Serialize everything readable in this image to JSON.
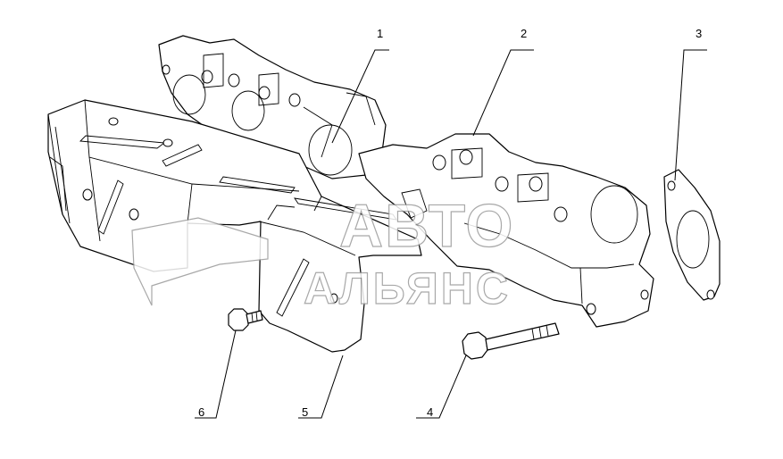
{
  "callouts": [
    {
      "label": "1",
      "part": "exhaust-manifold-front"
    },
    {
      "label": "2",
      "part": "exhaust-manifold-rear"
    },
    {
      "label": "3",
      "part": "gasket"
    },
    {
      "label": "4",
      "part": "long-bolt"
    },
    {
      "label": "5",
      "part": "heat-shield-bracket"
    },
    {
      "label": "6",
      "part": "short-bolt"
    }
  ],
  "watermark": {
    "line1": "АВТО",
    "line2": "АЛЬЯНС",
    "color": "#9a9a9a"
  },
  "colors": {
    "line": "#000000",
    "background": "#ffffff"
  }
}
